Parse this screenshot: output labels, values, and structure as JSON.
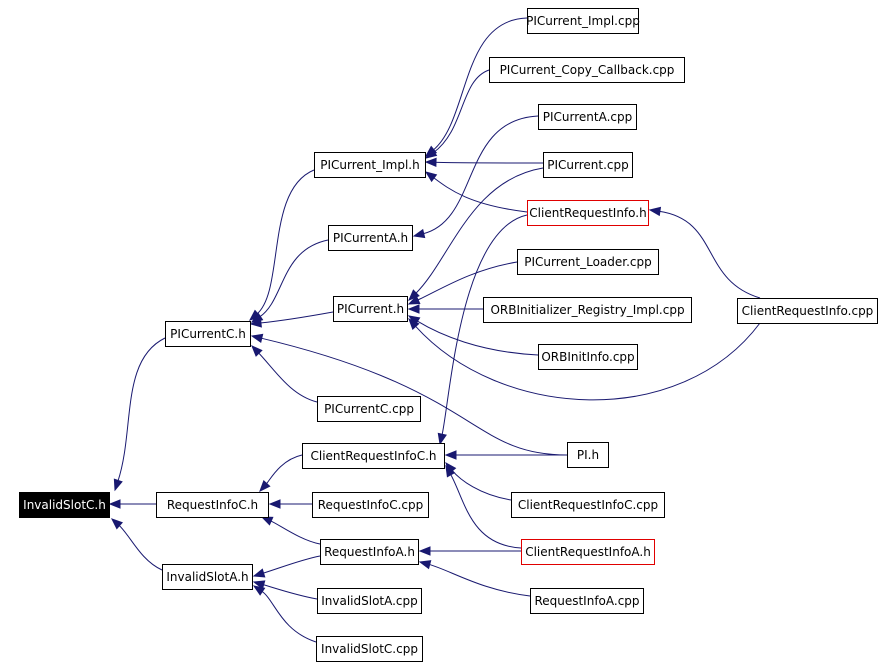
{
  "colors": {
    "edge": "#191970",
    "highlight_border": "#e00000",
    "root_fill": "#000000",
    "root_text": "#ffffff"
  },
  "nodes": [
    {
      "id": "InvalidSlotC_h",
      "label": "InvalidSlotC.h",
      "style": "root"
    },
    {
      "id": "RequestInfoC_h",
      "label": "RequestInfoC.h",
      "style": "normal"
    },
    {
      "id": "InvalidSlotA_h",
      "label": "InvalidSlotA.h",
      "style": "normal"
    },
    {
      "id": "PICurrentC_h",
      "label": "PICurrentC.h",
      "style": "normal"
    },
    {
      "id": "PICurrent_Impl_h",
      "label": "PICurrent_Impl.h",
      "style": "normal"
    },
    {
      "id": "PICurrentA_h",
      "label": "PICurrentA.h",
      "style": "normal"
    },
    {
      "id": "PICurrent_h",
      "label": "PICurrent.h",
      "style": "normal"
    },
    {
      "id": "PICurrentC_cpp",
      "label": "PICurrentC.cpp",
      "style": "normal"
    },
    {
      "id": "ClientRequestInfoC_h",
      "label": "ClientRequestInfoC.h",
      "style": "normal"
    },
    {
      "id": "RequestInfoC_cpp",
      "label": "RequestInfoC.cpp",
      "style": "normal"
    },
    {
      "id": "RequestInfoA_h",
      "label": "RequestInfoA.h",
      "style": "normal"
    },
    {
      "id": "InvalidSlotA_cpp",
      "label": "InvalidSlotA.cpp",
      "style": "normal"
    },
    {
      "id": "InvalidSlotC_cpp",
      "label": "InvalidSlotC.cpp",
      "style": "normal"
    },
    {
      "id": "PICurrent_Impl_cpp",
      "label": "PICurrent_Impl.cpp",
      "style": "normal"
    },
    {
      "id": "PICurrent_Copy_Callback_cpp",
      "label": "PICurrent_Copy_Callback.cpp",
      "style": "normal"
    },
    {
      "id": "PICurrentA_cpp",
      "label": "PICurrentA.cpp",
      "style": "normal"
    },
    {
      "id": "PICurrent_cpp",
      "label": "PICurrent.cpp",
      "style": "normal"
    },
    {
      "id": "ClientRequestInfo_h",
      "label": "ClientRequestInfo.h",
      "style": "red"
    },
    {
      "id": "PICurrent_Loader_cpp",
      "label": "PICurrent_Loader.cpp",
      "style": "normal"
    },
    {
      "id": "ORBInitializer_Registry_Impl_cpp",
      "label": "ORBInitializer_Registry_Impl.cpp",
      "style": "normal"
    },
    {
      "id": "ORBInitInfo_cpp",
      "label": "ORBInitInfo.cpp",
      "style": "normal"
    },
    {
      "id": "PI_h",
      "label": "PI.h",
      "style": "normal"
    },
    {
      "id": "ClientRequestInfoC_cpp",
      "label": "ClientRequestInfoC.cpp",
      "style": "normal"
    },
    {
      "id": "ClientRequestInfoA_h",
      "label": "ClientRequestInfoA.h",
      "style": "red"
    },
    {
      "id": "RequestInfoA_cpp",
      "label": "RequestInfoA.cpp",
      "style": "normal"
    },
    {
      "id": "ClientRequestInfo_cpp",
      "label": "ClientRequestInfo.cpp",
      "style": "normal"
    }
  ],
  "edges": [
    {
      "from": "RequestInfoC_h",
      "to": "InvalidSlotC_h"
    },
    {
      "from": "InvalidSlotA_h",
      "to": "InvalidSlotC_h"
    },
    {
      "from": "PICurrentC_h",
      "to": "InvalidSlotC_h"
    },
    {
      "from": "PICurrent_Impl_h",
      "to": "PICurrentC_h"
    },
    {
      "from": "PICurrentA_h",
      "to": "PICurrentC_h"
    },
    {
      "from": "PICurrent_h",
      "to": "PICurrentC_h"
    },
    {
      "from": "PICurrentC_cpp",
      "to": "PICurrentC_h"
    },
    {
      "from": "PI_h",
      "to": "PICurrentC_h"
    },
    {
      "from": "PICurrent_Impl_cpp",
      "to": "PICurrent_Impl_h"
    },
    {
      "from": "PICurrent_Copy_Callback_cpp",
      "to": "PICurrent_Impl_h"
    },
    {
      "from": "PICurrent_cpp",
      "to": "PICurrent_Impl_h"
    },
    {
      "from": "ClientRequestInfo_h",
      "to": "PICurrent_Impl_h"
    },
    {
      "from": "PICurrentA_cpp",
      "to": "PICurrentA_h"
    },
    {
      "from": "PICurrent_cpp",
      "to": "PICurrent_h"
    },
    {
      "from": "PICurrent_Loader_cpp",
      "to": "PICurrent_h"
    },
    {
      "from": "ORBInitializer_Registry_Impl_cpp",
      "to": "PICurrent_h"
    },
    {
      "from": "ORBInitInfo_cpp",
      "to": "PICurrent_h"
    },
    {
      "from": "ClientRequestInfo_cpp",
      "to": "PICurrent_h"
    },
    {
      "from": "ClientRequestInfo_cpp",
      "to": "ClientRequestInfo_h"
    },
    {
      "from": "ClientRequestInfoC_h",
      "to": "RequestInfoC_h"
    },
    {
      "from": "RequestInfoC_cpp",
      "to": "RequestInfoC_h"
    },
    {
      "from": "RequestInfoA_h",
      "to": "RequestInfoC_h"
    },
    {
      "from": "ClientRequestInfo_h",
      "to": "ClientRequestInfoC_h"
    },
    {
      "from": "PI_h",
      "to": "ClientRequestInfoC_h"
    },
    {
      "from": "ClientRequestInfoC_cpp",
      "to": "ClientRequestInfoC_h"
    },
    {
      "from": "ClientRequestInfoA_h",
      "to": "ClientRequestInfoC_h"
    },
    {
      "from": "ClientRequestInfoA_h",
      "to": "RequestInfoA_h"
    },
    {
      "from": "RequestInfoA_cpp",
      "to": "RequestInfoA_h"
    },
    {
      "from": "RequestInfoA_h",
      "to": "InvalidSlotA_h"
    },
    {
      "from": "InvalidSlotA_cpp",
      "to": "InvalidSlotA_h"
    },
    {
      "from": "InvalidSlotC_cpp",
      "to": "InvalidSlotA_h"
    }
  ]
}
